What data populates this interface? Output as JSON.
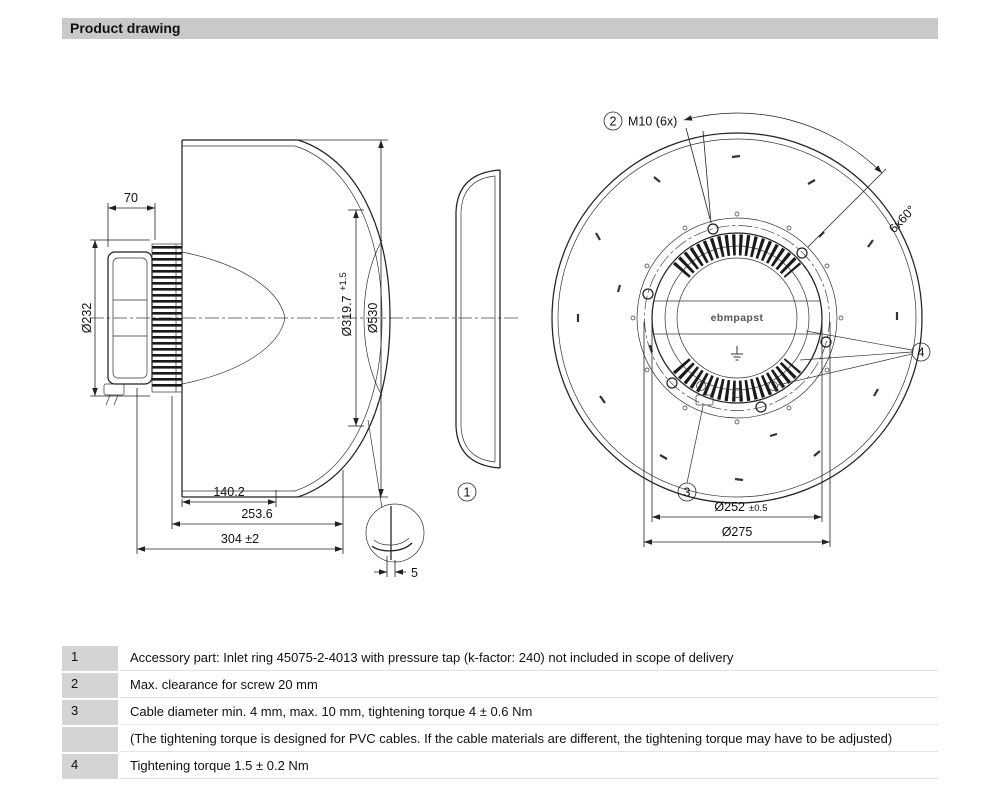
{
  "header": {
    "title": "Product drawing"
  },
  "colors": {
    "header_bar": "#c9c9c9",
    "table_num_bg": "#d4d4d4",
    "line": "#222222"
  },
  "drawing": {
    "side": {
      "d70": "70",
      "d232": "Ø232",
      "d319": "Ø319.7",
      "d319_tol": "+1.5",
      "d530": "Ø530",
      "d140": "140.2",
      "d253": "253.6",
      "d304": "304 ±2",
      "d5": "5",
      "c1": "1"
    },
    "front": {
      "c2": "2",
      "m10": "M10 (6x)",
      "a60": "6x60°",
      "c3": "3",
      "c4": "4",
      "d252": "Ø252",
      "d252_tol": "±0.5",
      "d275": "Ø275",
      "logo": "ebmpapst"
    }
  },
  "notes": {
    "rows": [
      {
        "num": "1",
        "text": "Accessory part: Inlet ring 45075-2-4013 with pressure tap (k-factor: 240) not included in scope of delivery"
      },
      {
        "num": "2",
        "text": "Max. clearance for screw 20 mm"
      },
      {
        "num": "3",
        "text": "Cable diameter min. 4 mm, max. 10 mm, tightening torque 4 ± 0.6 Nm"
      },
      {
        "num": "",
        "text": "(The tightening torque is designed for PVC cables. If the cable materials are different, the tightening torque may have to be adjusted)"
      },
      {
        "num": "4",
        "text": "Tightening torque 1.5 ± 0.2 Nm"
      }
    ]
  }
}
